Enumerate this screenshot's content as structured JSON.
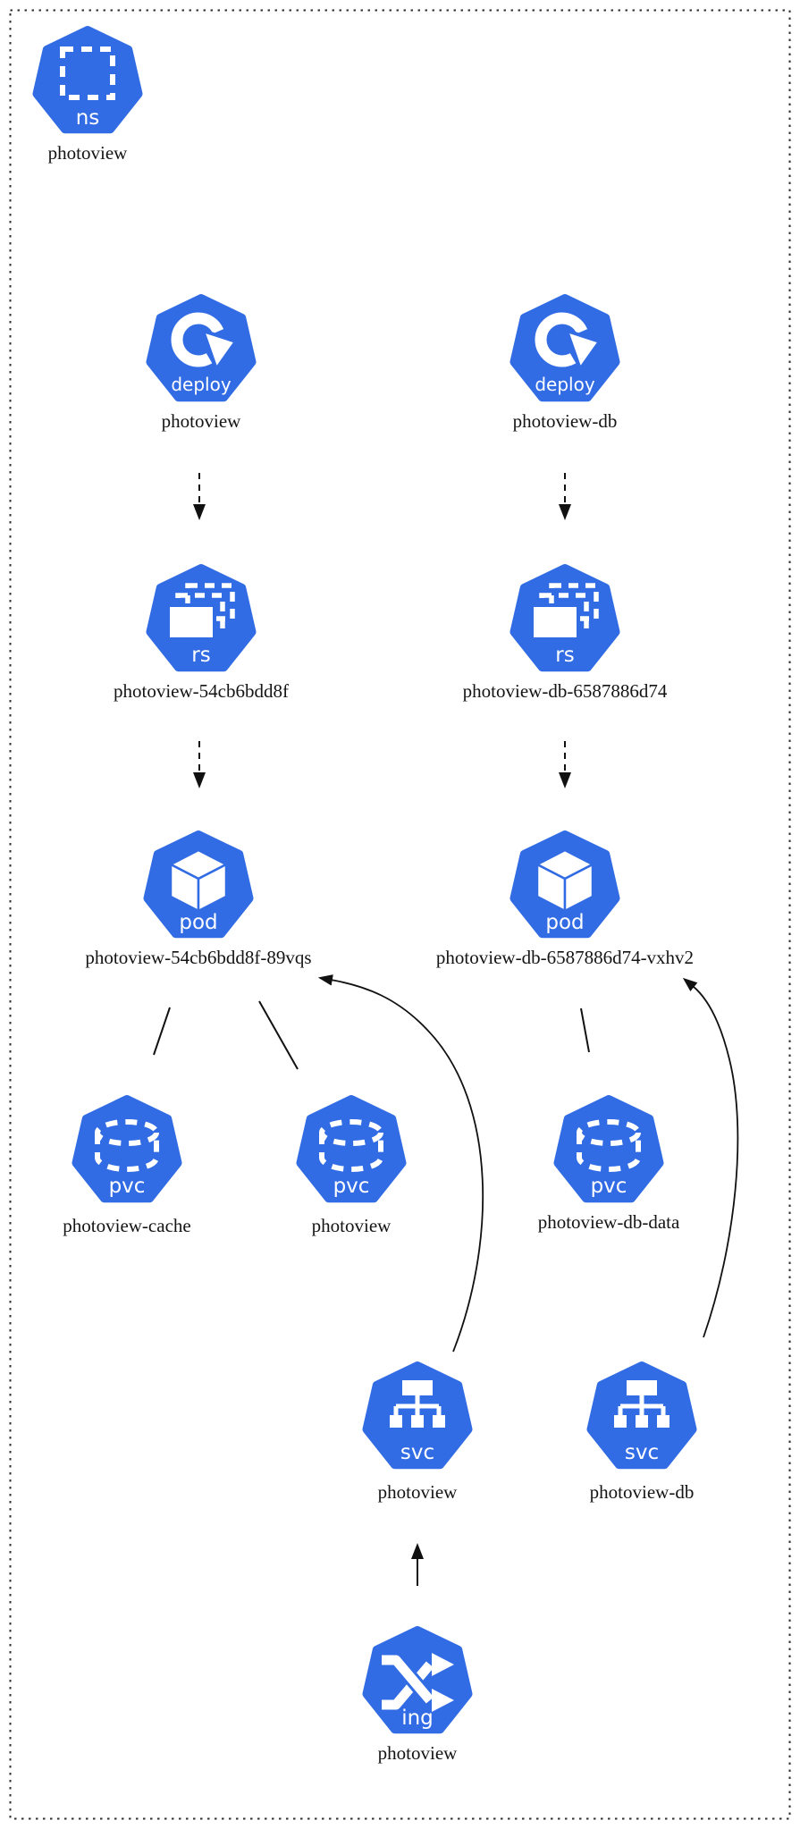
{
  "colors": {
    "kubernetes_blue": "#326CE5",
    "icon_glyph_white": "#ffffff",
    "label_text": "#141414",
    "edge_black": "#111111",
    "namespace_border": "#2f2f2f",
    "background": "#ffffff"
  },
  "nodes": {
    "namespace": {
      "kind": "ns",
      "label": "photoview"
    },
    "deploy_photoview": {
      "kind": "deploy",
      "label": "photoview"
    },
    "deploy_photoview_db": {
      "kind": "deploy",
      "label": "photoview-db"
    },
    "rs_photoview": {
      "kind": "rs",
      "label": "photoview-54cb6bdd8f"
    },
    "rs_photoview_db": {
      "kind": "rs",
      "label": "photoview-db-6587886d74"
    },
    "pod_photoview": {
      "kind": "pod",
      "label": "photoview-54cb6bdd8f-89vqs"
    },
    "pod_photoview_db": {
      "kind": "pod",
      "label": "photoview-db-6587886d74-vxhv2"
    },
    "pvc_photoview_cache": {
      "kind": "pvc",
      "label": "photoview-cache"
    },
    "pvc_photoview": {
      "kind": "pvc",
      "label": "photoview"
    },
    "pvc_photoview_db_data": {
      "kind": "pvc",
      "label": "photoview-db-data"
    },
    "svc_photoview": {
      "kind": "svc",
      "label": "photoview"
    },
    "svc_photoview_db": {
      "kind": "svc",
      "label": "photoview-db"
    },
    "ing_photoview": {
      "kind": "ing",
      "label": "photoview"
    }
  },
  "edges": [
    {
      "from": "deploy/photoview",
      "to": "rs/photoview-54cb6bdd8f",
      "style": "dashed-arrow"
    },
    {
      "from": "deploy/photoview-db",
      "to": "rs/photoview-db-6587886d74",
      "style": "dashed-arrow"
    },
    {
      "from": "rs/photoview-54cb6bdd8f",
      "to": "pod/photoview-54cb6bdd8f-89vqs",
      "style": "dashed-arrow"
    },
    {
      "from": "rs/photoview-db-6587886d74",
      "to": "pod/photoview-db-6587886d74-vxhv2",
      "style": "dashed-arrow"
    },
    {
      "from": "pod/photoview-54cb6bdd8f-89vqs",
      "to": "pvc/photoview-cache",
      "style": "line"
    },
    {
      "from": "pod/photoview-54cb6bdd8f-89vqs",
      "to": "pvc/photoview",
      "style": "line"
    },
    {
      "from": "pod/photoview-db-6587886d74-vxhv2",
      "to": "pvc/photoview-db-data",
      "style": "line"
    },
    {
      "from": "svc/photoview",
      "to": "pod/photoview-54cb6bdd8f-89vqs",
      "style": "curved-arrow"
    },
    {
      "from": "svc/photoview-db",
      "to": "pod/photoview-db-6587886d74-vxhv2",
      "style": "curved-arrow"
    },
    {
      "from": "ing/photoview",
      "to": "svc/photoview",
      "style": "arrow"
    }
  ]
}
